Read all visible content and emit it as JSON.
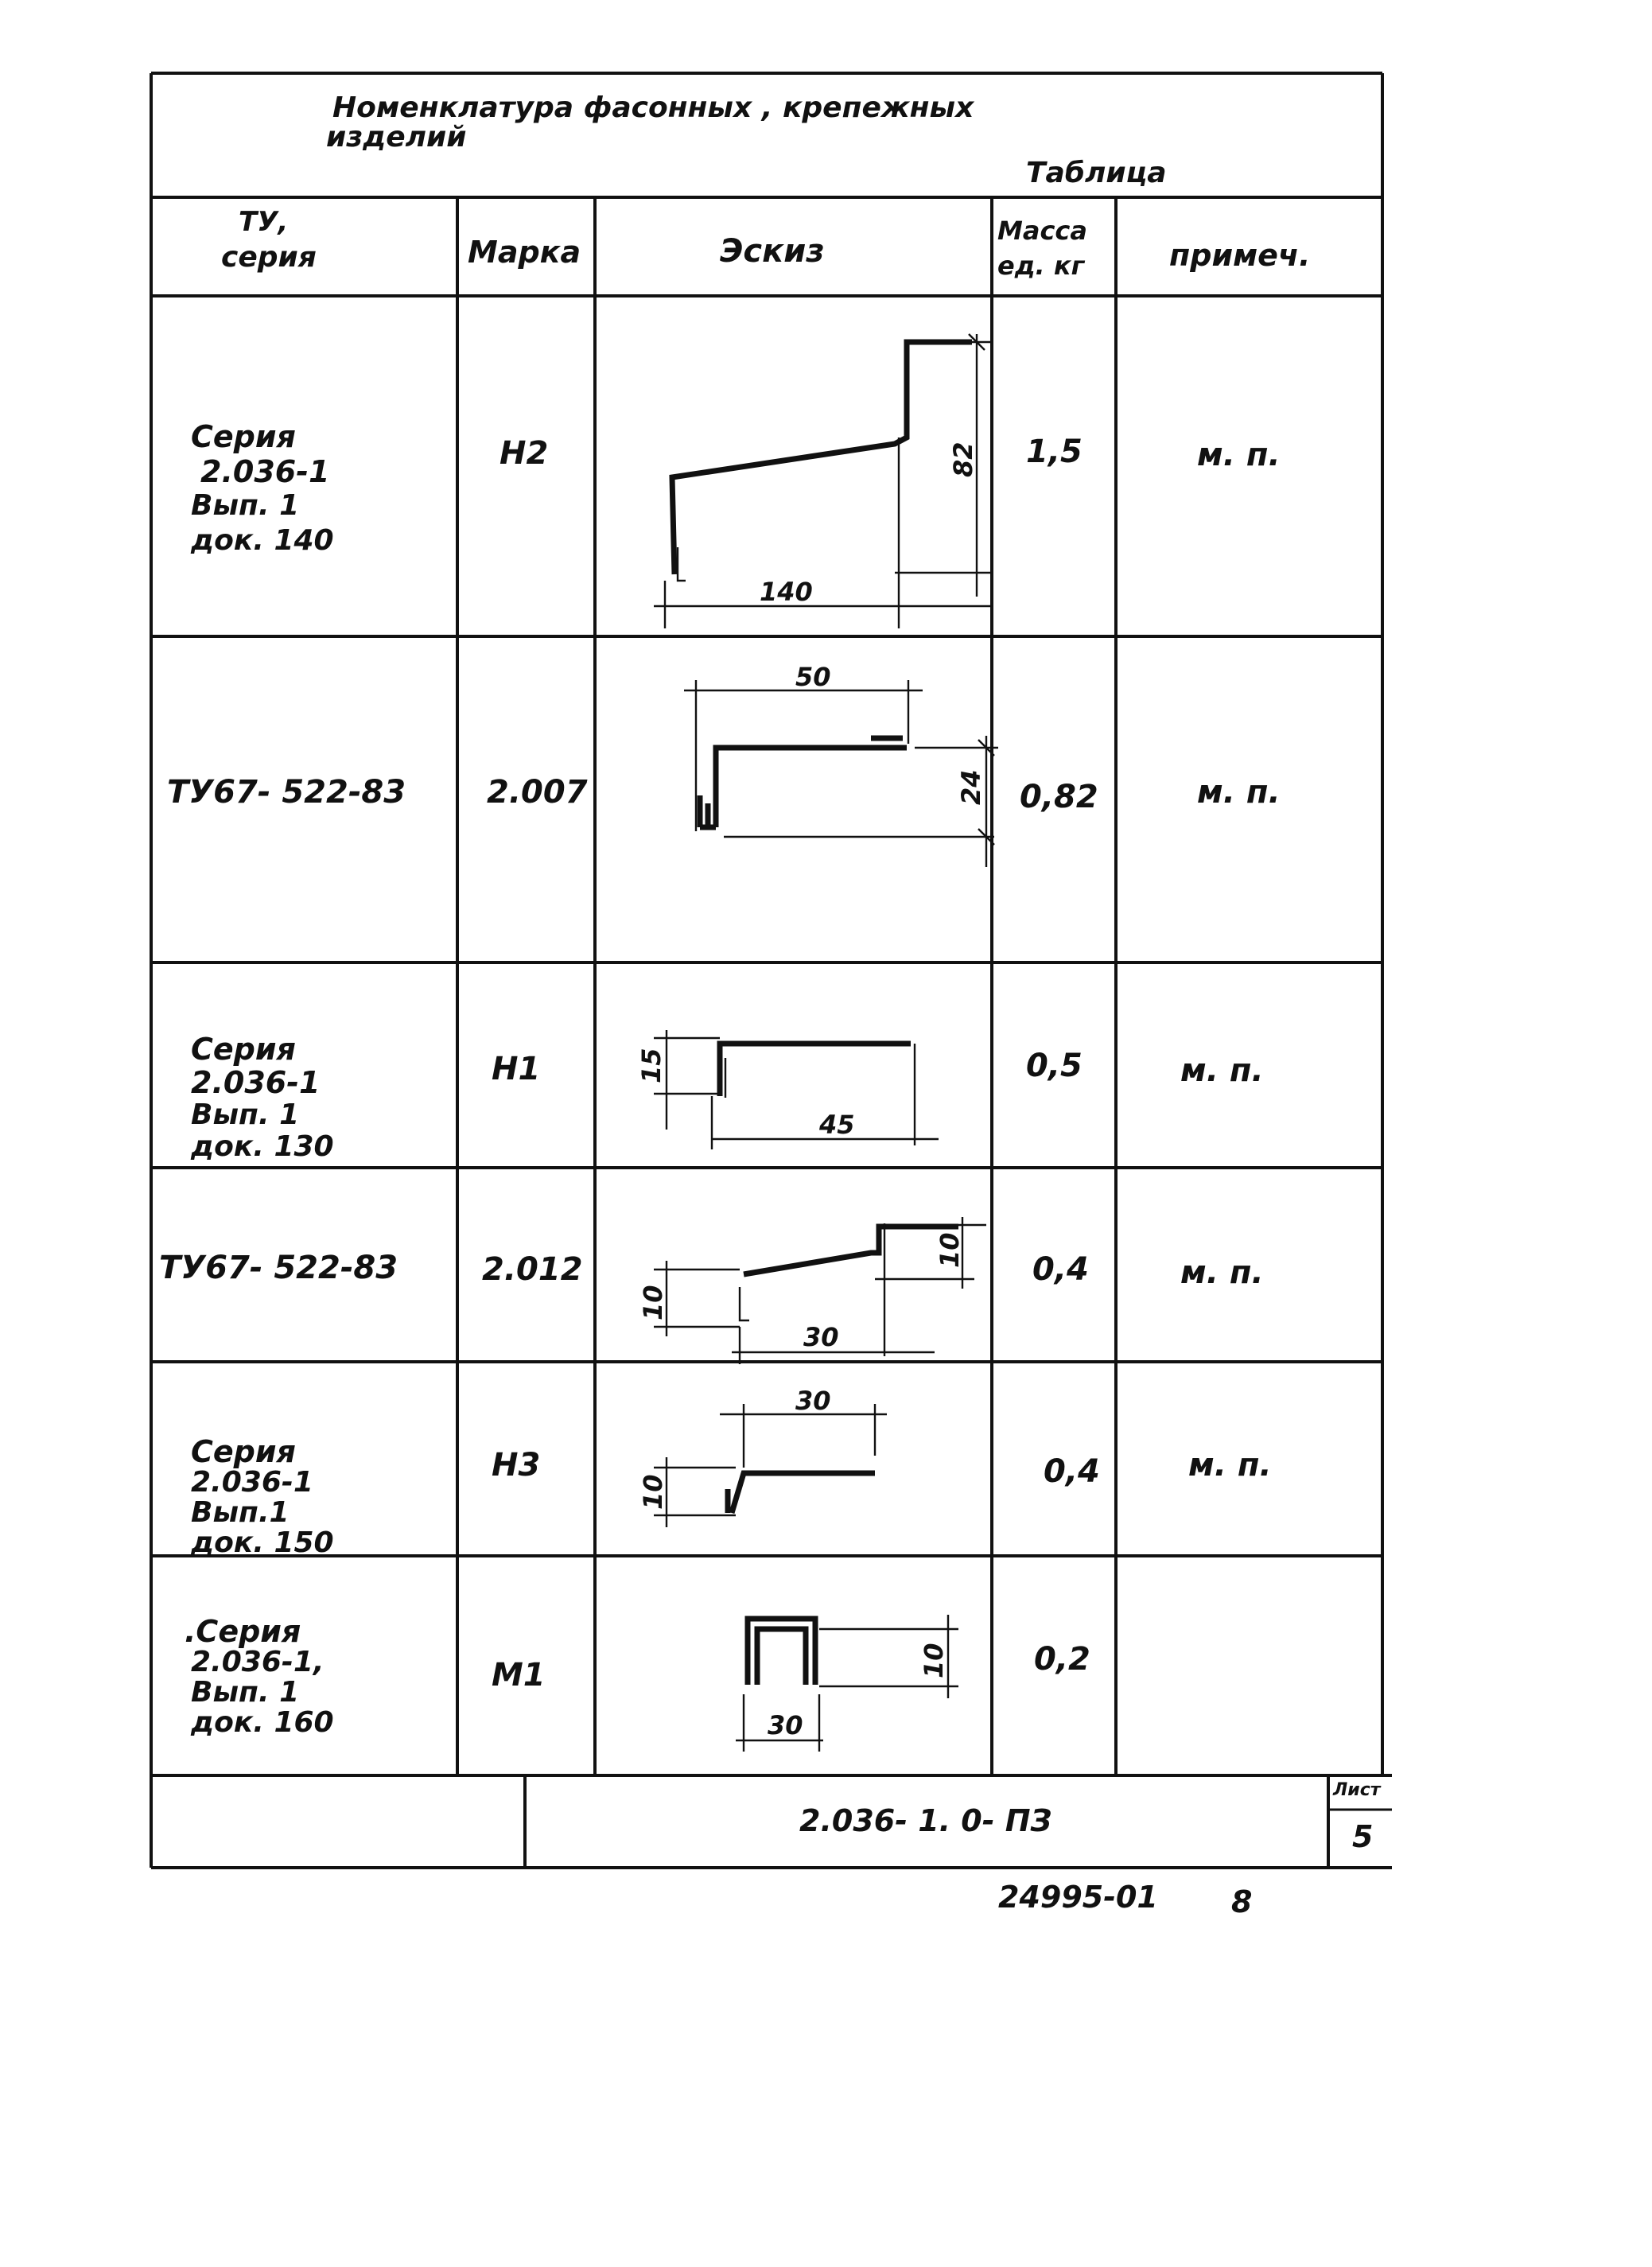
{
  "title": {
    "line1": "Номенклатура   фасонных , крепежных",
    "line2": "изделий",
    "table_label": "Таблица"
  },
  "headers": {
    "tu_line1": "ТУ,",
    "tu_line2": "серия",
    "marka": "Марка",
    "eskiz": "Эскиз",
    "massa_line1": "Масса",
    "massa_line2": "ед. кг",
    "primech": "примеч."
  },
  "rows": [
    {
      "tu": [
        "Серия",
        "2.036-1",
        "Вып. 1",
        "док. 140"
      ],
      "marka": "Н2",
      "massa": "1,5",
      "primech": "м. п.",
      "dims": [
        "140",
        "82"
      ]
    },
    {
      "tu": [
        "ТУ67- 522-83"
      ],
      "marka": "2.007",
      "massa": "0,82",
      "primech": "м. п.",
      "dims": [
        "50",
        "24"
      ]
    },
    {
      "tu": [
        "Серия",
        "2.036-1",
        "Вып. 1",
        "док. 130"
      ],
      "marka": "Н1",
      "massa": "0,5",
      "primech": "м. п.",
      "dims": [
        "15",
        "45"
      ]
    },
    {
      "tu": [
        "ТУ67- 522-83"
      ],
      "marka": "2.012",
      "massa": "0,4",
      "primech": "м. п.",
      "dims": [
        "10",
        "10",
        "30"
      ]
    },
    {
      "tu": [
        "Серия",
        "2.036-1",
        "Вып.1",
        "док. 150"
      ],
      "marka": "Н3",
      "massa": "0,4",
      "primech": "м. п.",
      "dims": [
        "30",
        "10"
      ]
    },
    {
      "tu": [
        ".Серия",
        "2.036-1,",
        "Вып. 1",
        "док. 160"
      ],
      "marka": "М1",
      "massa": "0,2",
      "primech": "",
      "dims": [
        "10",
        "30"
      ]
    }
  ],
  "footer": {
    "doc_code": "2.036- 1. 0- ПЗ",
    "sheet_label": "Лист",
    "sheet_number": "5",
    "archive_number": "24995-01",
    "page_number": "8"
  }
}
